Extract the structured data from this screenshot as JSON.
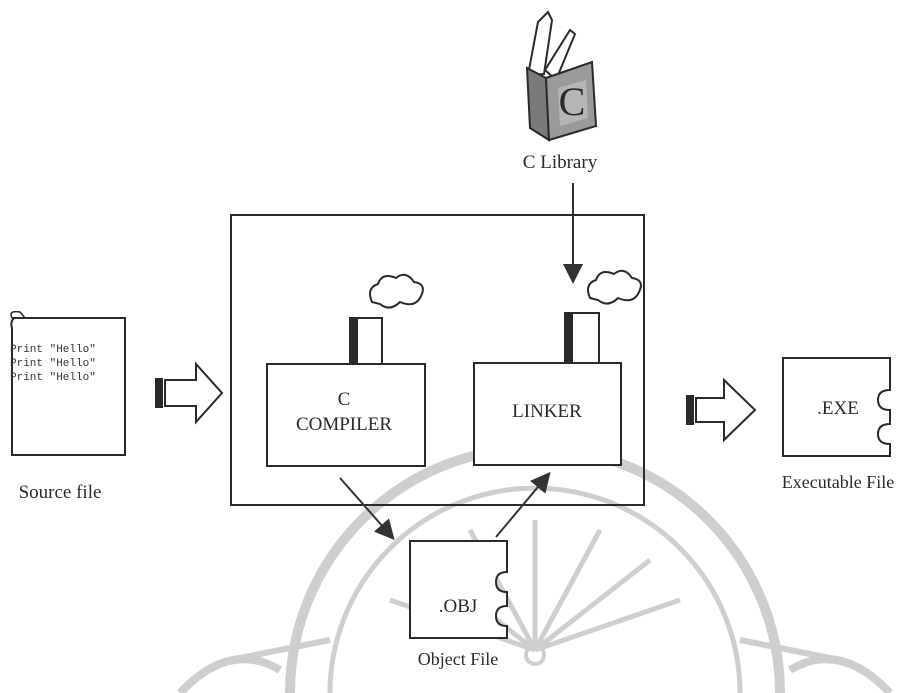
{
  "library": {
    "label": "C Library",
    "glyph": "C"
  },
  "source": {
    "lines": [
      "Print \"Hello\"",
      "Print \"Hello\"",
      "Print \"Hello\""
    ],
    "label": "Source file"
  },
  "compiler": {
    "line1": "C",
    "line2": "COMPILER"
  },
  "linker": {
    "label": "LINKER"
  },
  "object": {
    "ext": ".OBJ",
    "label": "Object File"
  },
  "executable": {
    "ext": ".EXE",
    "label": "Executable File"
  },
  "colors": {
    "ink": "#2a2a2a",
    "watermark": "#c9c9c9",
    "book": "#8e8e8e"
  }
}
